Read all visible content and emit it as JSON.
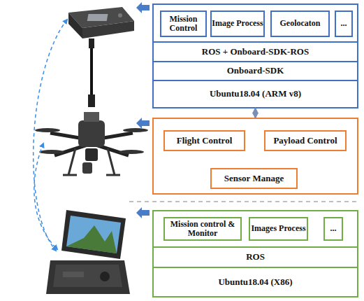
{
  "diagram": {
    "nodes": [
      {
        "text": []
      },
      {
        "text": [
          "Mission Control"
        ],
        "in": 0
      },
      {
        "text": [
          "Image Process"
        ],
        "in": 0
      },
      {
        "text": [
          "Geolocaton"
        ],
        "in": 0
      },
      {
        "text": [
          "..."
        ],
        "in": 0
      },
      {
        "text": [
          "ROS + Onboard-SDK-ROS"
        ],
        "in": 0
      },
      {
        "text": [
          "Onboard-SDK"
        ],
        "in": 0
      },
      {
        "text": [
          "Ubuntu18.04 (ARM v8)"
        ],
        "in": 0
      },
      {
        "text": []
      },
      {
        "text": [
          "Flight Control"
        ],
        "in": 8
      },
      {
        "text": [
          "Payload Control"
        ],
        "in": 8
      },
      {
        "text": [
          "Sensor Manage"
        ],
        "in": 8
      },
      {
        "text": []
      },
      {
        "text": [
          "Mission control & Monitor"
        ],
        "in": 12
      },
      {
        "text": [
          "Images Process"
        ],
        "in": 12
      },
      {
        "text": [
          "..."
        ],
        "in": 12
      },
      {
        "text": [
          "ROS"
        ],
        "in": 12
      },
      {
        "text": [
          "Ubuntu18.04 (X86)"
        ],
        "in": 12
      }
    ],
    "edges": [
      {
        "from": 0,
        "to": 8,
        "arrow": "both"
      }
    ]
  }
}
